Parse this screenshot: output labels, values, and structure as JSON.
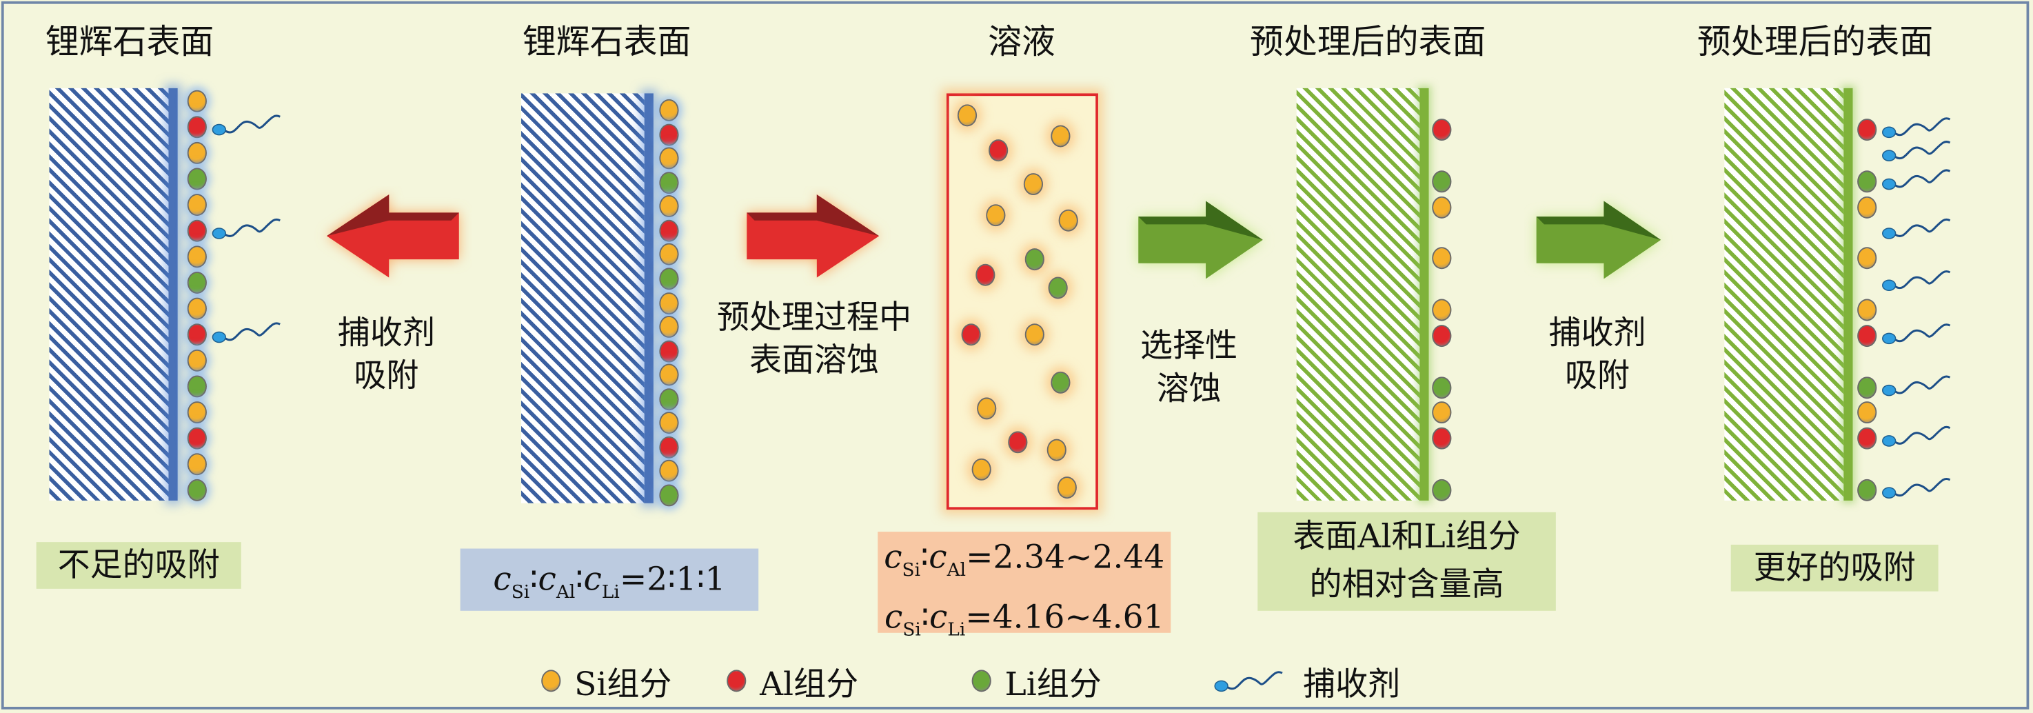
{
  "titles": [
    "锂辉石表面",
    "锂辉石表面",
    "溶液",
    "预处理后的表面",
    "预处理后的表面"
  ],
  "arrows": {
    "adsorb_left": {
      "line1": "捕收剂",
      "line2": "吸附"
    },
    "dissolve": {
      "line1": "预处理过程中",
      "line2": "表面溶蚀"
    },
    "selective": {
      "line1": "选择性",
      "line2": "溶蚀"
    },
    "adsorb_right": {
      "line1": "捕收剂",
      "line2": "吸附"
    }
  },
  "bottom": {
    "insufficient": "不足的吸附",
    "ratio_raw": {
      "c1": "c",
      "s1": "Si",
      "c2": "c",
      "s2": "Al",
      "c3": "c",
      "s3": "Li",
      "sep": "∶",
      "value": "=2∶1∶1"
    },
    "ratio_solution": {
      "line1": {
        "c1": "c",
        "s1": "Si",
        "sep": "∶",
        "c2": "c",
        "s2": "Al",
        "value": "=2.34~2.44"
      },
      "line2": {
        "c1": "c",
        "s1": "Si",
        "sep": "∶",
        "c2": "c",
        "s2": "Li",
        "value": "=4.16~4.61"
      }
    },
    "treated": {
      "line1": "表面Al和Li组分",
      "line2": "的相对含量高"
    },
    "better": "更好的吸附"
  },
  "legend": [
    {
      "type": "Si",
      "label": "Si组分",
      "color": "#f5b02a"
    },
    {
      "type": "Al",
      "label": "Al组分",
      "color": "#e0282c"
    },
    {
      "type": "Li",
      "label": "Li组分",
      "color": "#6aa83a"
    },
    {
      "type": "collector",
      "label": "捕收剂",
      "color": "#2f9ee0"
    }
  ],
  "surfaces": {
    "raw1": [
      "Si",
      "Al",
      "Si",
      "Li",
      "Si",
      "Al",
      "Si",
      "Li",
      "Si",
      "Al",
      "Si",
      "Li",
      "Si",
      "Al",
      "Si",
      "Li"
    ],
    "raw2": [
      "Si",
      "Al",
      "Si",
      "Li",
      "Si",
      "Al",
      "Si",
      "Li",
      "Si",
      "Si",
      "Al",
      "Si",
      "Li",
      "Si",
      "Al",
      "Si",
      "Li"
    ],
    "treated": [
      "Al",
      "",
      "Li",
      "Si",
      "",
      "Si",
      "",
      "Si",
      "Al",
      "",
      "Li",
      "Si",
      "Al",
      "",
      "Li"
    ]
  },
  "solution_particles": [
    "Si",
    "Si",
    "Al",
    "Si",
    "Si",
    "Li",
    "Si",
    "Al",
    "Li",
    "Al",
    "Si",
    "Li",
    "Si",
    "Al",
    "Si",
    "Si",
    "Si"
  ]
}
